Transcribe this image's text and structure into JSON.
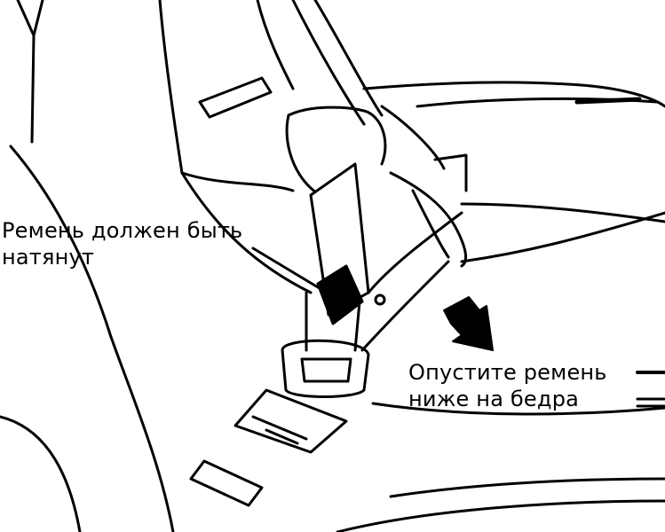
{
  "callouts": {
    "belt_tight": {
      "line1": "Ремень должен быть",
      "line2": "натянут"
    },
    "lower_belt": {
      "line1": "Опустите ремень",
      "line2": "ниже на бедра"
    }
  },
  "colors": {
    "ink": "#000000",
    "paper": "#ffffff"
  }
}
